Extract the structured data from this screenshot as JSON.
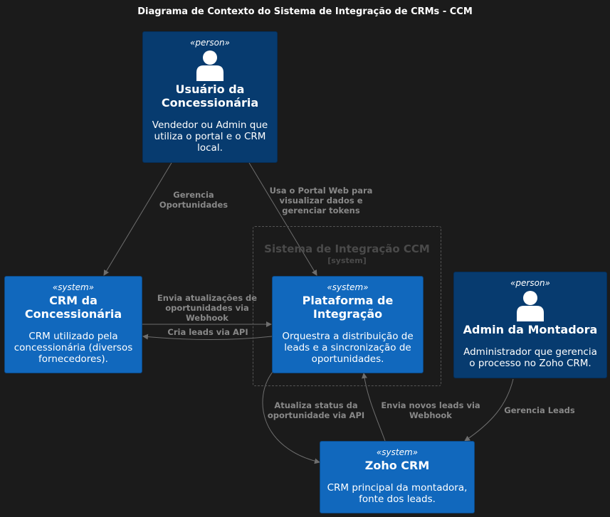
{
  "title": "Diagrama de Contexto do Sistema de Integração de CRMs - CCM",
  "boundary": {
    "title": "Sistema de Integração CCM",
    "type": "[system]"
  },
  "nodes": {
    "usuario": {
      "stereotype": "«person»",
      "name": "Usuário da Concessionária",
      "description": "Vendedor ou Admin que utiliza o portal e o CRM local."
    },
    "crm_conc": {
      "stereotype": "«system»",
      "name": "CRM da Concessionária",
      "description": "CRM utilizado pela concessionária (diversos fornecedores)."
    },
    "plataforma": {
      "stereotype": "«system»",
      "name": "Plataforma de Integração",
      "description": "Orquestra a distribuição de leads e a sincronização de oportunidades."
    },
    "admin": {
      "stereotype": "«person»",
      "name": "Admin da Montadora",
      "description": "Administrador que gerencia o processo no Zoho CRM."
    },
    "zoho": {
      "stereotype": "«system»",
      "name": "Zoho CRM",
      "description": "CRM principal da montadora, fonte dos leads."
    }
  },
  "edges": {
    "gerencia_oportunidades": "Gerencia Oportunidades",
    "usa_portal": "Usa o Portal Web para visualizar dados e gerenciar tokens",
    "envia_atualizacoes": "Envia atualizações de oportunidades via Webhook",
    "cria_leads": "Cria leads via API",
    "atualiza_status": "Atualiza status da oportunidade via API",
    "envia_novos_leads": "Envia novos leads via Webhook",
    "gerencia_leads": "Gerencia Leads"
  },
  "colors": {
    "background": "#1b1b1b",
    "person": "#073b6f",
    "system": "#1168bd",
    "edge": "#6e6e6e",
    "edge_label": "#888888"
  }
}
